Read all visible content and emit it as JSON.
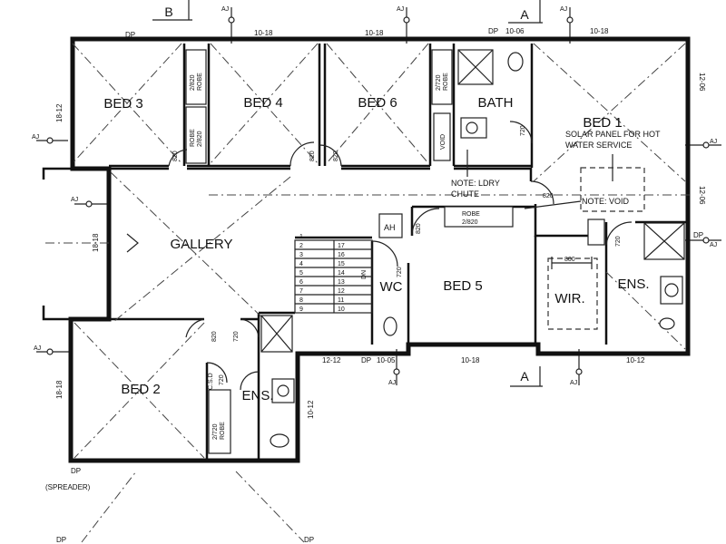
{
  "rooms": {
    "bed3": "BED 3",
    "bed4": "BED 4",
    "bed6": "BED 6",
    "bath": "BATH",
    "bed1": "BED 1",
    "gallery": "GALLERY",
    "wc": "WC",
    "bed5": "BED 5",
    "wir": "WIR.",
    "ens1": "ENS.",
    "bed2": "BED 2",
    "ens2": "ENS.",
    "ah": "AH"
  },
  "notes": {
    "solar1": "SOLAR PANEL FOR HOT",
    "solar2": "WATER SERVICE",
    "ldry1": "NOTE: LDRY",
    "ldry2": "CHUTE",
    "void": "NOTE: VOID",
    "spreader": "(SPREADER)",
    "csd": "C.S.D",
    "dn": "DN",
    "robe": "ROBE",
    "robe_dim": "2/820",
    "robe_dim2": "2/720",
    "void_cab": "VOID",
    "dp": "DP",
    "aj": "AJ"
  },
  "sections": {
    "b": "B",
    "a_top": "A",
    "a_bottom": "A"
  },
  "dimensions": {
    "d1018": "10-18",
    "d1006": "10-06",
    "d1812": "18-12",
    "d1018v": "18-18",
    "d1212": "12-12",
    "d1005": "10-05",
    "d1012": "10-12",
    "d1206": "12-06",
    "d800": "800",
    "d820": "820",
    "d720": "720",
    "stairs": [
      "17",
      "16",
      "15",
      "14",
      "13",
      "12",
      "11",
      "10",
      "9",
      "8",
      "7",
      "6",
      "5",
      "4",
      "3",
      "2",
      "1"
    ]
  }
}
